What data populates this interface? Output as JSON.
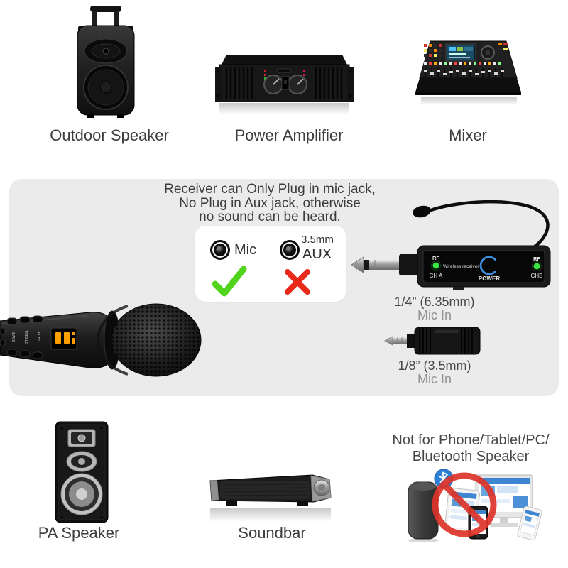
{
  "top_row": {
    "items": [
      {
        "label": "Outdoor Speaker",
        "icon": "outdoor-speaker-image"
      },
      {
        "label": "Power Amplifier",
        "icon": "power-amplifier-image"
      },
      {
        "label": "Mixer",
        "icon": "mixer-image"
      }
    ]
  },
  "notice_panel": {
    "heading": {
      "line1": "Receiver can Only Plug in mic jack,",
      "line2": "No Plug in Aux jack, otherwise",
      "line3": "no sound can be heard."
    },
    "jack_card": {
      "mic_label": "Mic",
      "aux_size_label": "3.5mm",
      "aux_label": "AUX",
      "mic_status_icon": "check-icon",
      "aux_status_icon": "cross-icon"
    },
    "receiver": {
      "rf_left": "RF",
      "channel_a": "CH A",
      "name": "Wireless  receiver",
      "power_label": "POWER",
      "rf_right": "RF",
      "channel_b": "CHB"
    },
    "ports": {
      "quarter_inch": "1/4” (6.35mm)",
      "quarter_inch_sub": "Mic In",
      "eighth_inch": "1/8” (3.5mm)",
      "eighth_inch_sub": "Mic In"
    },
    "mic_buttons": [
      "BASS",
      "TREBLE",
      "ECHO"
    ]
  },
  "bottom_row": {
    "pa_speaker_label": "PA Speaker",
    "soundbar_label": "Soundbar",
    "not_for": {
      "line1": "Not for Phone/Tablet/PC/",
      "line2": "Bluetooth Speaker"
    }
  },
  "colors": {
    "panel_gray": "#ebebeb",
    "check_green": "#52d41c",
    "cross_red": "#e92a1a",
    "prohibit_red": "#dd3429",
    "led_green": "#39e53e",
    "power_blue": "#3d8fe2",
    "text_dark": "#3d3d3d",
    "text_gray": "#939393"
  }
}
